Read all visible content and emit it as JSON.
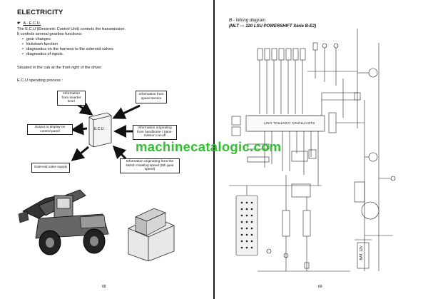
{
  "left_page": {
    "section_title": "ELECTRICITY",
    "subsection": "A - E.C.U.",
    "intro_line1": "The E.C.U (Electronic Control Unit) controls the transmission.",
    "intro_line2": "It controls several gearbox functions:",
    "functions": [
      "gear changes",
      "kickdown function",
      "diagnostics on the harness to the solenoid valves",
      "diagnostics of inputs."
    ],
    "situated": "Situated in the cab at the front right of the driver.",
    "operating_label": "E.C.U operating process :",
    "ecu_label": "E.C.U.",
    "boxes": {
      "inverter": "Information from inverter lever",
      "speed_sensor": "Information from speed sensor",
      "display": "Output to display on control panel",
      "handbrake": "Information originating from handbrake / trans- mission cut-off",
      "solenoid": "Solenoid valve supply",
      "switch": "Information originating from the switch crawling speed (5th gear speed)"
    },
    "page_number": "68"
  },
  "right_page": {
    "wd_title": "B - Wiring diagram",
    "wd_subtitle": "(MLT --- 120 LSU POWERSHIFT Série B-E2)",
    "control_unit_label": "ELECTRONIC CONTROL UNIT",
    "battery_label": "BAT. 12V",
    "watermark": "machinecatalogic.com",
    "page_number": "69"
  },
  "icons": {
    "pointer": "hand-pointer-icon"
  }
}
